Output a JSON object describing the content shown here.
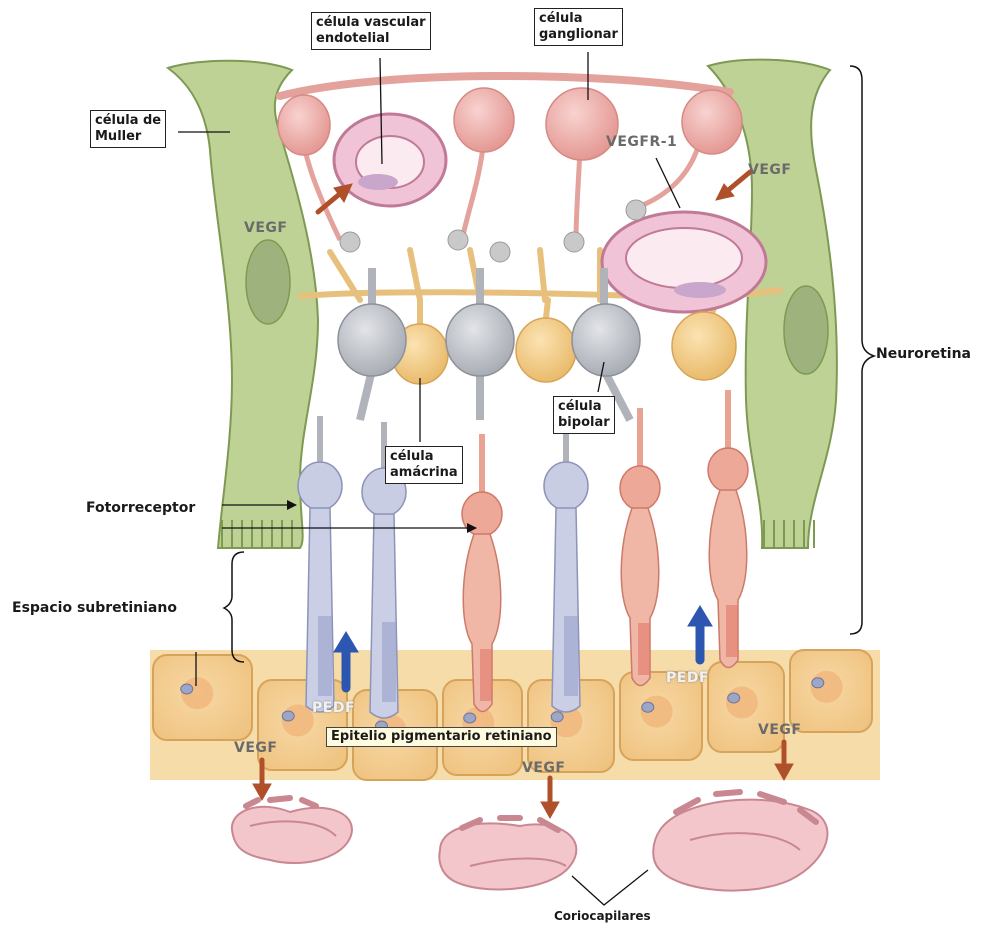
{
  "labels": {
    "vascular_endothelial": "célula vascular\nendotelial",
    "ganglion": "célula\nganglionar",
    "muller": "célula de\nMuller",
    "neuroretina": "Neuroretina",
    "bipolar": "célula\nbipolar",
    "amacrine": "célula\namácrina",
    "photoreceptor": "Fotorreceptor",
    "subretinal_space": "Espacio subretiniano",
    "rpe": "Epitelio pigmentario retiniano",
    "choriocapillaris": "Coriocapilares"
  },
  "inline_labels": {
    "vegfr1": "VEGFR-1",
    "vegf_top_right": "VEGF",
    "vegf_muller_left": "VEGF",
    "pedf_left": "PEDF",
    "pedf_right": "PEDF",
    "vegf_rpe_left": "VEGF",
    "vegf_rpe_center": "VEGF",
    "vegf_rpe_right": "VEGF"
  },
  "colors": {
    "muller": "#b9cf8e",
    "ganglion": "#eba7a3",
    "bipolar": "#b8bcc2",
    "amacrine": "#f0cc82",
    "rod": "#c9cde4",
    "cone": "#eea898",
    "rpe": "#f4d49a",
    "vessel": "#f2c2c6",
    "arrow_vegf": "#b0502a",
    "arrow_pedf": "#2c56b0"
  }
}
